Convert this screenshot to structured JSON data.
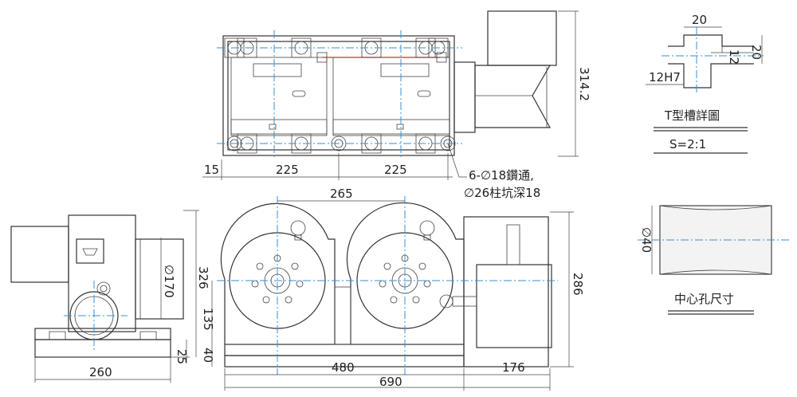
{
  "top_view": {
    "dims": {
      "d15": "15",
      "d225a": "225",
      "d225b": "225",
      "d314": "314.2"
    },
    "hole_note": [
      "6-∅18鑽通,",
      "∅26柱坑深18"
    ]
  },
  "tslot_detail": {
    "dims": {
      "w20": "20",
      "h20": "20",
      "h12": "12",
      "fit": "12H7"
    },
    "title": "T型槽詳圖",
    "scale": "S=2:1"
  },
  "center_hole": {
    "dia": "∅40",
    "title": "中心孔尺寸"
  },
  "side_view": {
    "dims": {
      "w260": "260",
      "h326": "326",
      "d170": "∅170",
      "h25": "25"
    }
  },
  "front_view": {
    "dims": {
      "d265": "265",
      "d135": "135",
      "d40": "40",
      "d480": "480",
      "d690": "690",
      "d176": "176",
      "h286": "286"
    }
  }
}
